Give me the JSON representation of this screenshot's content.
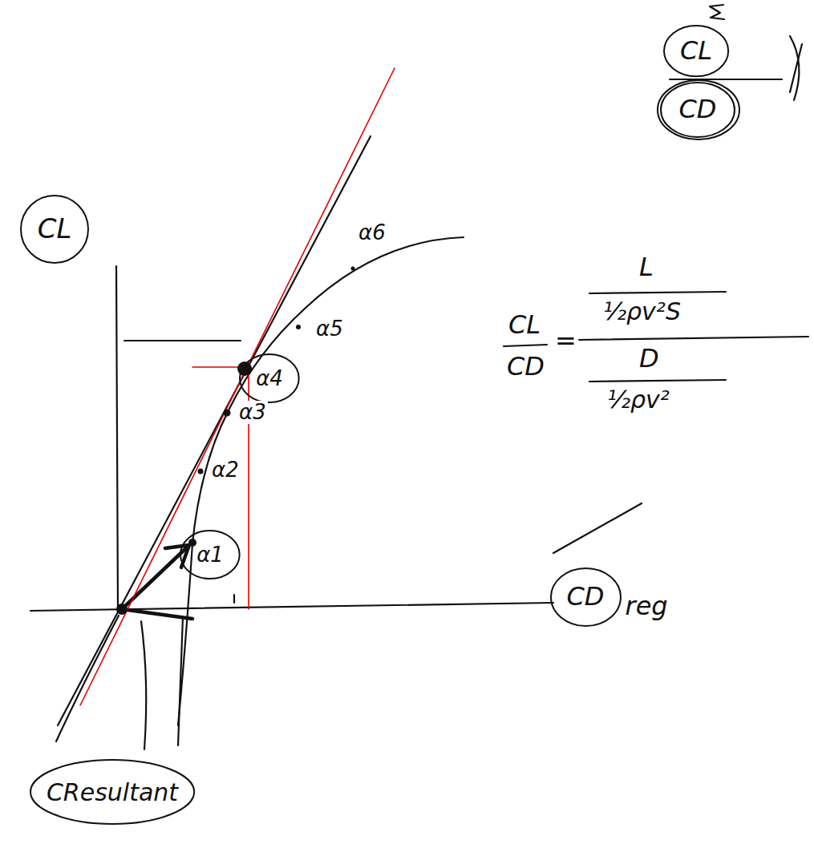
{
  "diagram": {
    "nodes": [
      {
        "text": [
          "CL"
        ]
      },
      {
        "text": [
          "CL"
        ]
      },
      {
        "text": [
          "CD"
        ]
      },
      {
        "text": [
          "CD",
          "reg"
        ]
      },
      {
        "text": [
          "CResultant"
        ]
      },
      {
        "text": [
          "α1"
        ]
      },
      {
        "text": [
          "α4"
        ]
      }
    ],
    "labels": [
      "α2",
      "α3",
      "α5",
      "α6",
      "CL",
      "CD",
      "=",
      "L",
      "½ρv²S",
      "D",
      "½ρv²"
    ]
  }
}
